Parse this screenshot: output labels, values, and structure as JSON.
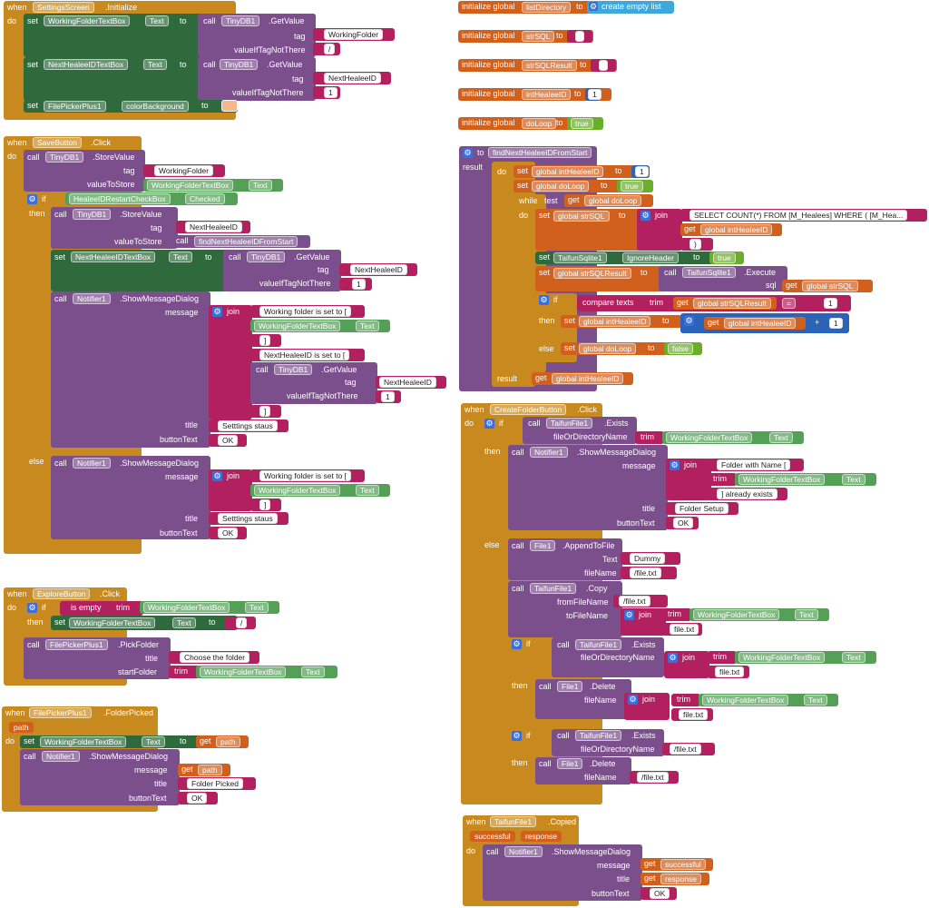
{
  "settings_init": {
    "when": "when",
    "do": "do",
    "component": "SettingsScreen",
    "event": ".Initialize",
    "set": "set",
    "to": "to",
    "call": "call",
    "s1_target": "WorkingFolderTextBox",
    "s1_prop": "Text",
    "db": "TinyDB1",
    "getvalue": ".GetValue",
    "tag": "tag",
    "tag1": "WorkingFolder",
    "valueiftag": "valueIfTagNotThere",
    "v1": "/",
    "s2_target": "NextHealeeIDTextBox",
    "s2_prop": "Text",
    "tag2": "NextHealeeID",
    "v2": "1",
    "s3_target": "FilePickerPlus1",
    "s3_prop": "colorBackground"
  },
  "globals": [
    {
      "label": "initialize global",
      "name": "listDirectory",
      "to": "to",
      "value": "create empty list"
    },
    {
      "label": "initialize global",
      "name": "strSQL",
      "to": "to",
      "value": ""
    },
    {
      "label": "initialize global",
      "name": "strSQLResult",
      "to": "to",
      "value": ""
    },
    {
      "label": "initialize global",
      "name": "intHealeeID",
      "to": "to",
      "value": "1"
    },
    {
      "label": "initialize global",
      "name": "doLoop",
      "to": "to",
      "value": "true"
    }
  ],
  "save_button": {
    "when": "when",
    "do": "do",
    "component": "SaveButton",
    "event": ".Click",
    "call": "call",
    "db": "TinyDB1",
    "storevalue": ".StoreValue",
    "tag": "tag",
    "tag1": "WorkingFolder",
    "valuetostore": "valueToStore",
    "tb": "WorkingFolderTextBox",
    "text": "Text",
    "if": "if",
    "then": "then",
    "else": "else",
    "restart_cb": "HealeeIDRestartCheckBox",
    "checked": "Checked",
    "tag2": "NextHealeeID",
    "call_fn": "findNextHealeeIDFromStart",
    "set": "set",
    "to": "to",
    "next_tb": "NextHealeeIDTextBox",
    "getvalue": ".GetValue",
    "valueiftag": "valueIfTagNotThere",
    "v1": "1",
    "notifier": "Notifier1",
    "showmsg": ".ShowMessageDialog",
    "message": "message",
    "join": "join",
    "t1": "Working folder is set to [",
    "t2": "]",
    "t3": "NextHealeeID is set to [",
    "t4": "]",
    "title": "title",
    "title_val": "Setttings staus",
    "buttontext": "buttonText",
    "ok": "OK"
  },
  "explore_button": {
    "when": "when",
    "do": "do",
    "component": "ExploreButton",
    "event": ".Click",
    "if": "if",
    "then": "then",
    "isempty": "is empty",
    "trim": "trim",
    "tb": "WorkingFolderTextBox",
    "text": "Text",
    "set": "set",
    "to": "to",
    "slash": "/",
    "call": "call",
    "picker": "FilePickerPlus1",
    "pick": ".PickFolder",
    "title": "title",
    "title_val": "Choose the folder",
    "startfolder": "startFolder"
  },
  "folder_picked": {
    "when": "when",
    "do": "do",
    "component": "FilePickerPlus1",
    "event": ".FolderPicked",
    "param": "path",
    "set": "set",
    "tb": "WorkingFolderTextBox",
    "text": "Text",
    "to": "to",
    "get": "get",
    "call": "call",
    "notifier": "Notifier1",
    "showmsg": ".ShowMessageDialog",
    "message": "message",
    "title": "title",
    "title_val": "Folder Picked",
    "buttontext": "buttonText",
    "ok": "OK"
  },
  "find_next": {
    "to": "to",
    "name": "findNextHealeeIDFromStart",
    "result": "result",
    "do": "do",
    "set": "set",
    "g_int": "global intHealeeID",
    "g_loop": "global doLoop",
    "g_sql": "global strSQL",
    "g_res": "global strSQLResult",
    "v1": "1",
    "true": "true",
    "false": "false",
    "while": "while",
    "test": "test",
    "get": "get",
    "join": "join",
    "sql_text": "SELECT COUNT(*) FROM [M_Healees] WHERE ( [M_Hea...",
    "close": ")",
    "sqlite": "TaifunSqlite1",
    "ignore": "IgnoreHeader",
    "call": "call",
    "execute": ".Execute",
    "sql": "sql",
    "if": "if",
    "compare": "compare texts",
    "trim": "trim",
    "eq": "=",
    "then": "then",
    "else": "else",
    "plus": "+"
  },
  "create_folder": {
    "when": "when",
    "do": "do",
    "component": "CreateFolderButton",
    "event": ".Click",
    "if": "if",
    "then": "then",
    "else": "else",
    "call": "call",
    "taifun": "TaifunFile1",
    "exists": ".Exists",
    "fod": "fileOrDirectoryName",
    "trim": "trim",
    "tb": "WorkingFolderTextBox",
    "text": "Text",
    "notifier": "Notifier1",
    "showmsg": ".ShowMessageDialog",
    "message": "message",
    "join": "join",
    "t1": "Folder with Name [",
    "t2": "] already exists",
    "title": "title",
    "title_val": "Folder Setup",
    "buttontext": "buttonText",
    "ok": "OK",
    "file1": "File1",
    "append": ".AppendToFile",
    "dummy": "Dummy",
    "filename": "fileName",
    "filetxt": "/file.txt",
    "filetxt2": "file.txt",
    "copy": ".Copy",
    "fromfile": "fromFileName",
    "tofile": "toFileName",
    "delete": ".Delete"
  },
  "copied": {
    "when": "when",
    "do": "do",
    "component": "TaifunFile1",
    "event": ".Copied",
    "p1": "successful",
    "p2": "response",
    "call": "call",
    "notifier": "Notifier1",
    "showmsg": ".ShowMessageDialog",
    "message": "message",
    "get": "get",
    "title": "title",
    "buttontext": "buttonText",
    "ok": "OK"
  },
  "colors": {
    "event": "#c88a1e",
    "procedure": "#7b4f8c",
    "setter": "#2f6a3c",
    "text": "#b3205f",
    "variable": "#d2601d",
    "logic": "#6bae2c",
    "math": "#2a63b8",
    "list": "#3fa8d9"
  }
}
